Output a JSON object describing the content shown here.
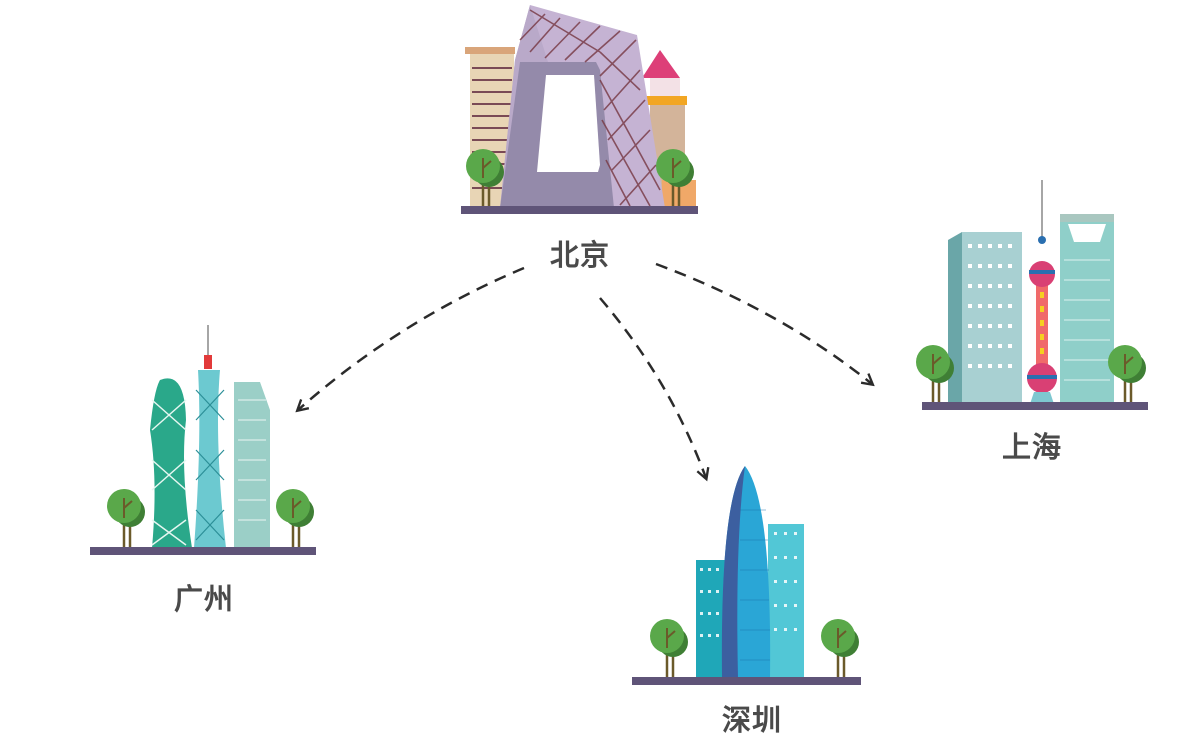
{
  "diagram": {
    "hub": {
      "name": "北京"
    },
    "cities": [
      {
        "name": "上海"
      },
      {
        "name": "广州"
      },
      {
        "name": "深圳"
      }
    ],
    "edges": [
      {
        "from": "北京",
        "to": "广州",
        "style": "dashed-arrow"
      },
      {
        "from": "北京",
        "to": "深圳",
        "style": "dashed-arrow"
      },
      {
        "from": "北京",
        "to": "上海",
        "style": "dashed-arrow"
      }
    ]
  },
  "colors": {
    "ground": "#5f5478",
    "arrow": "#2b2b2b",
    "label": "#4a4a4a",
    "tree": "#4e9a41"
  }
}
